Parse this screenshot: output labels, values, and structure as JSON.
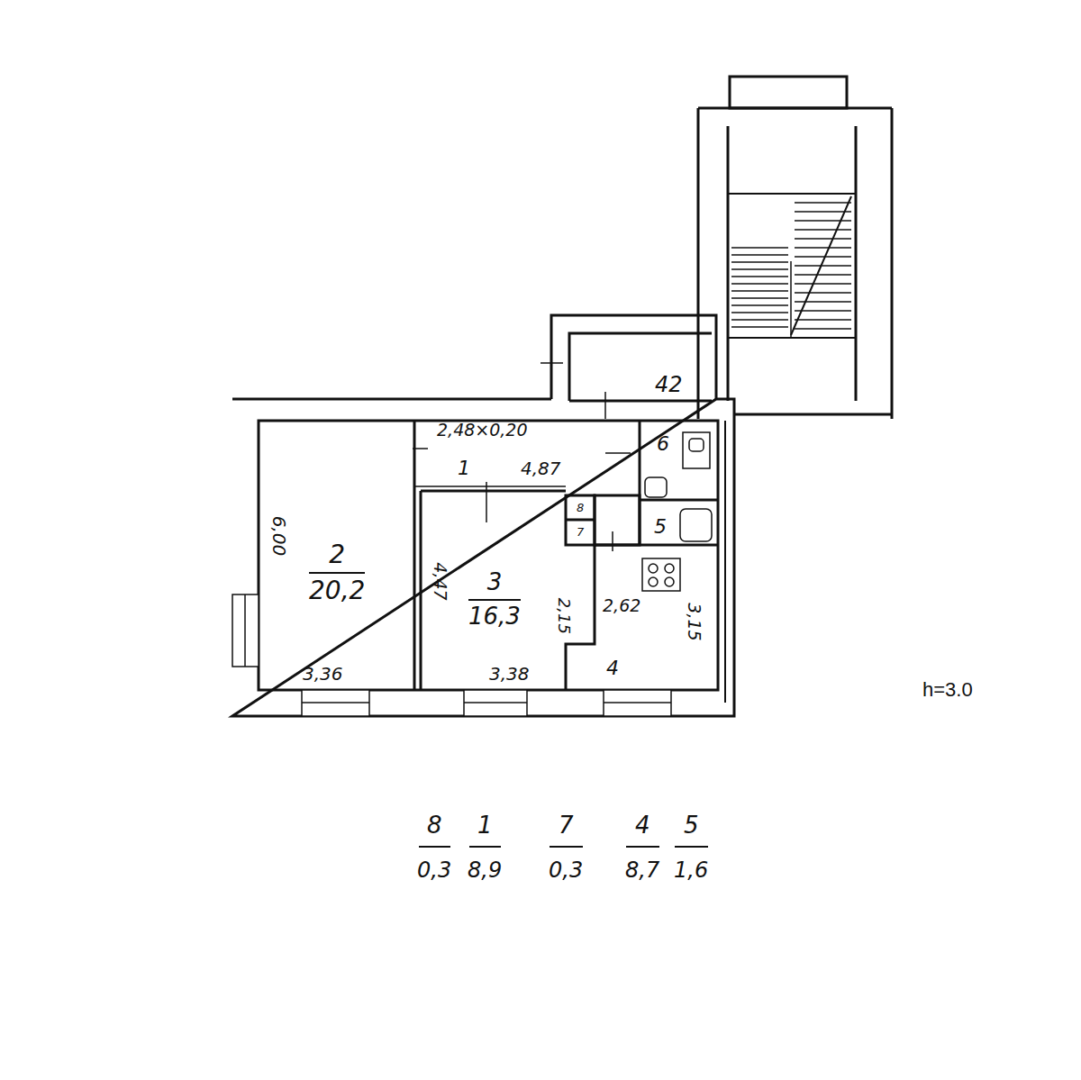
{
  "diagram": {
    "nodes": [
      {
        "text": [
          "42"
        ]
      },
      {
        "text": [
          "1"
        ]
      },
      {
        "text": [
          "6"
        ]
      },
      {
        "text": [
          "8"
        ]
      },
      {
        "text": [
          "7"
        ]
      },
      {
        "text": [
          "5"
        ]
      },
      {
        "text": [
          "2",
          "20,2"
        ]
      },
      {
        "text": [
          "3",
          "16,3"
        ]
      },
      {
        "text": [
          "4"
        ]
      }
    ],
    "labels": [
      "2,48×0,20",
      "4,87",
      "6,00",
      "3,36",
      "4,47",
      "3,38",
      "2,15",
      "2,62",
      "3,15",
      "h=3.0",
      "8",
      "0,3",
      "1",
      "8,9",
      "7",
      "0,3",
      "4",
      "8,7",
      "5",
      "1,6"
    ]
  }
}
